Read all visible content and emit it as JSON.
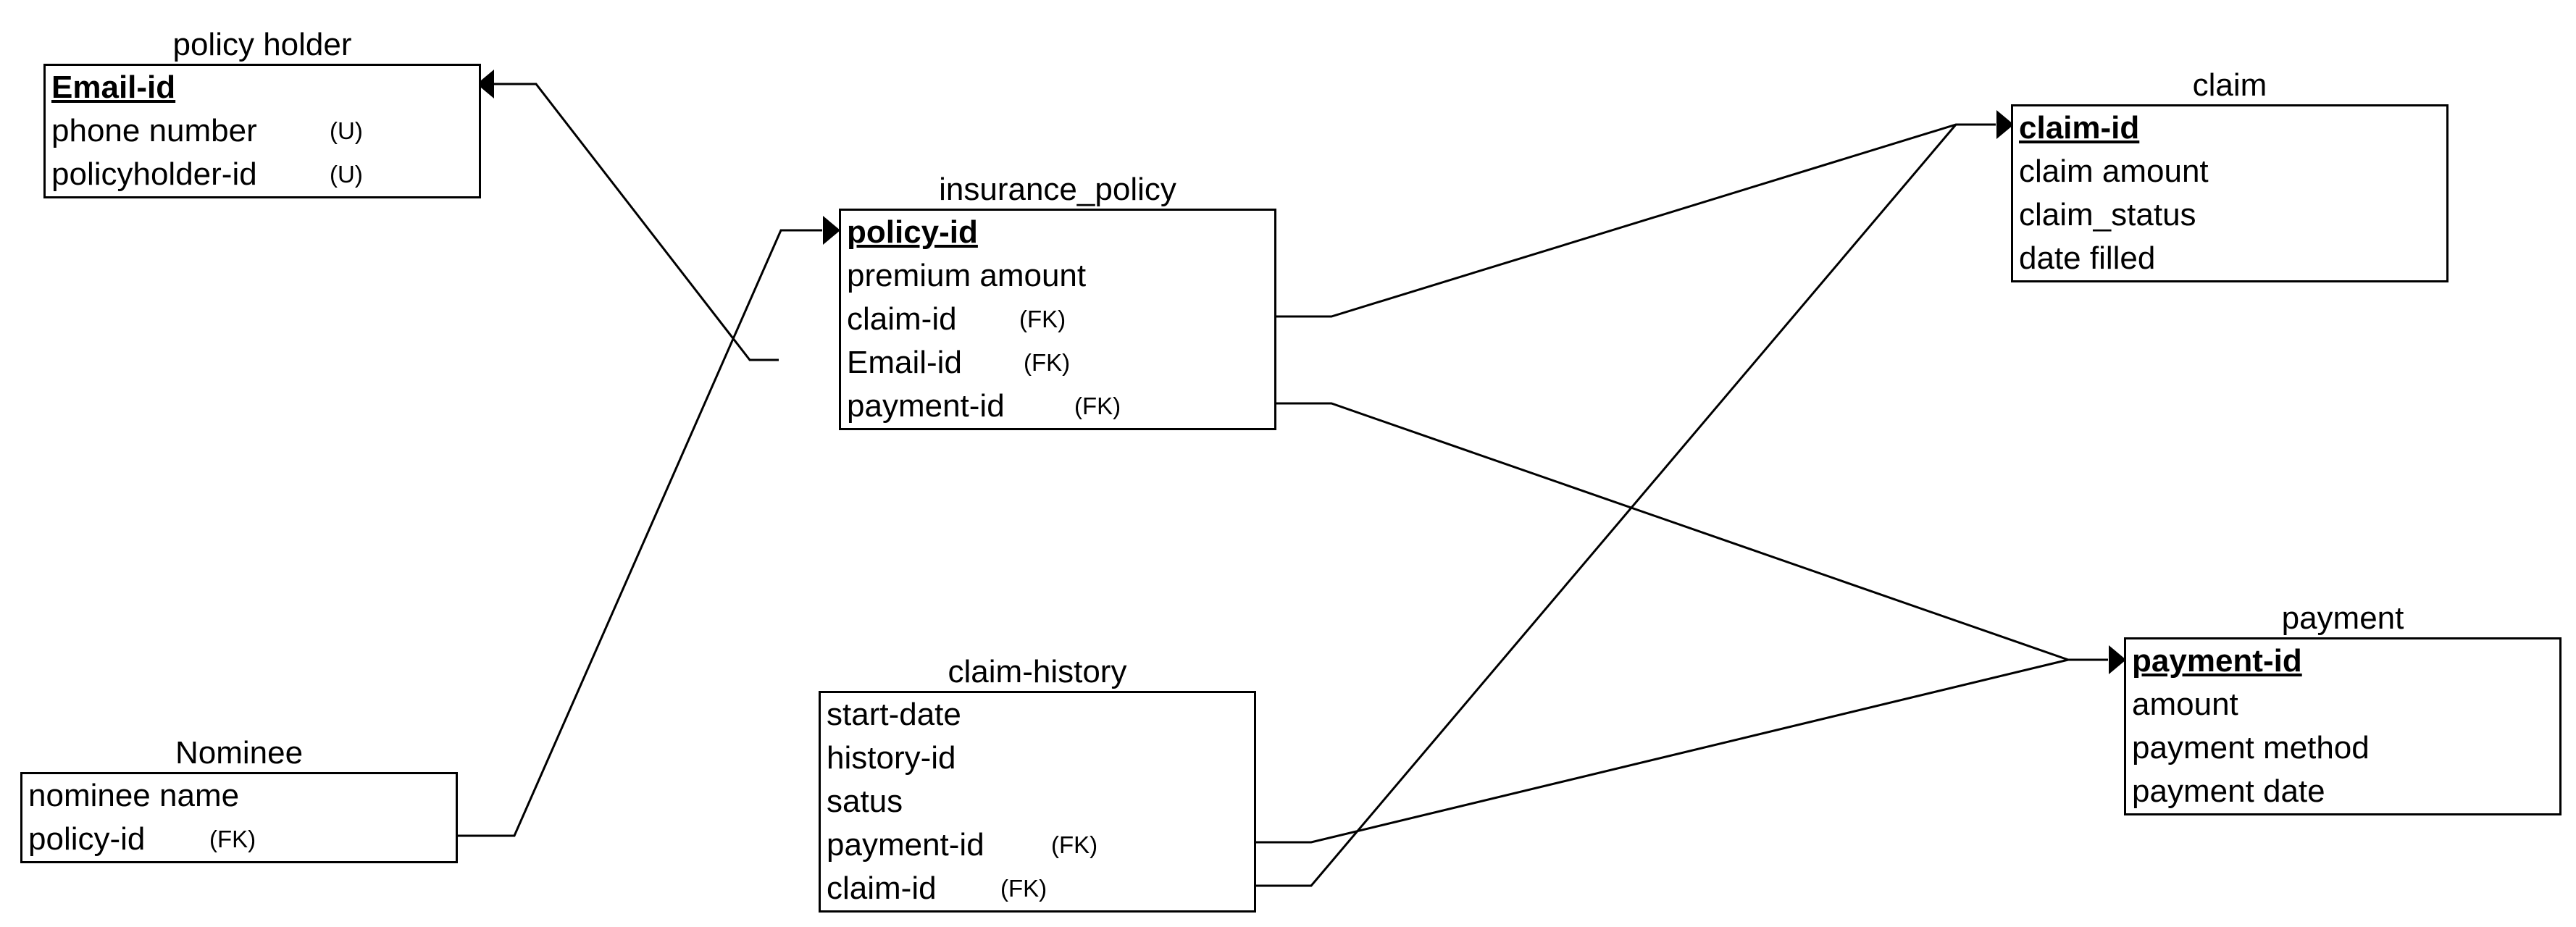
{
  "entities": {
    "policy_holder": {
      "title": "policy holder",
      "attrs": [
        {
          "name": "Email-id",
          "tag": ""
        },
        {
          "name": "phone number",
          "tag": "(U)"
        },
        {
          "name": "policyholder-id",
          "tag": "(U)"
        }
      ]
    },
    "insurance_policy": {
      "title": "insurance_policy",
      "attrs": [
        {
          "name": "policy-id",
          "tag": ""
        },
        {
          "name": "premium amount",
          "tag": ""
        },
        {
          "name": "claim-id",
          "tag": "(FK)"
        },
        {
          "name": "Email-id",
          "tag": "(FK)"
        },
        {
          "name": "payment-id",
          "tag": "(FK)"
        }
      ]
    },
    "claim": {
      "title": "claim",
      "attrs": [
        {
          "name": "claim-id",
          "tag": ""
        },
        {
          "name": "claim amount",
          "tag": ""
        },
        {
          "name": "claim_status",
          "tag": ""
        },
        {
          "name": "date filled",
          "tag": ""
        }
      ]
    },
    "nominee": {
      "title": "Nominee",
      "attrs": [
        {
          "name": "nominee name",
          "tag": ""
        },
        {
          "name": "policy-id",
          "tag": "(FK)"
        }
      ]
    },
    "claim_history": {
      "title": "claim-history",
      "attrs": [
        {
          "name": "start-date",
          "tag": ""
        },
        {
          "name": "history-id",
          "tag": ""
        },
        {
          "name": "satus",
          "tag": ""
        },
        {
          "name": "payment-id",
          "tag": "(FK)"
        },
        {
          "name": "claim-id",
          "tag": "(FK)"
        }
      ]
    },
    "payment": {
      "title": "payment",
      "attrs": [
        {
          "name": "payment-id",
          "tag": ""
        },
        {
          "name": "amount",
          "tag": ""
        },
        {
          "name": "payment method",
          "tag": ""
        },
        {
          "name": "payment date",
          "tag": ""
        }
      ]
    }
  }
}
